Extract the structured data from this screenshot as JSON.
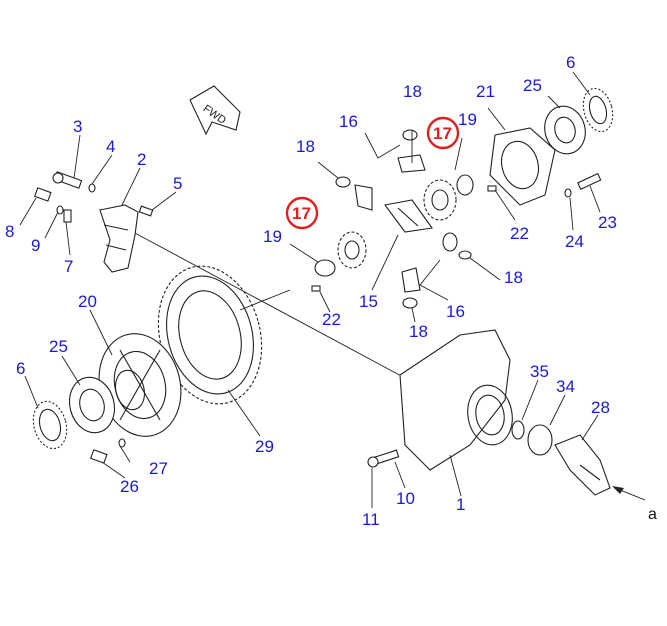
{
  "colors": {
    "label": "#1a1ad6",
    "highlight": "#e02020",
    "line": "#222222"
  },
  "fwd_label": "FWD",
  "view_label": "a",
  "labels": {
    "p1": "1",
    "p2": "2",
    "p3": "3",
    "p4": "4",
    "p5": "5",
    "p6a": "6",
    "p6b": "6",
    "p7": "7",
    "p8": "8",
    "p9": "9",
    "p10": "10",
    "p11": "11",
    "p15": "15",
    "p16a": "16",
    "p16b": "16",
    "p17a": "17",
    "p17b": "17",
    "p18a": "18",
    "p18b": "18",
    "p18c": "18",
    "p18d": "18",
    "p19a": "19",
    "p19b": "19",
    "p20": "20",
    "p21": "21",
    "p22a": "22",
    "p22b": "22",
    "p23": "23",
    "p24": "24",
    "p25a": "25",
    "p25b": "25",
    "p26": "26",
    "p27": "27",
    "p28": "28",
    "p29": "29",
    "p34": "34",
    "p35": "35"
  }
}
